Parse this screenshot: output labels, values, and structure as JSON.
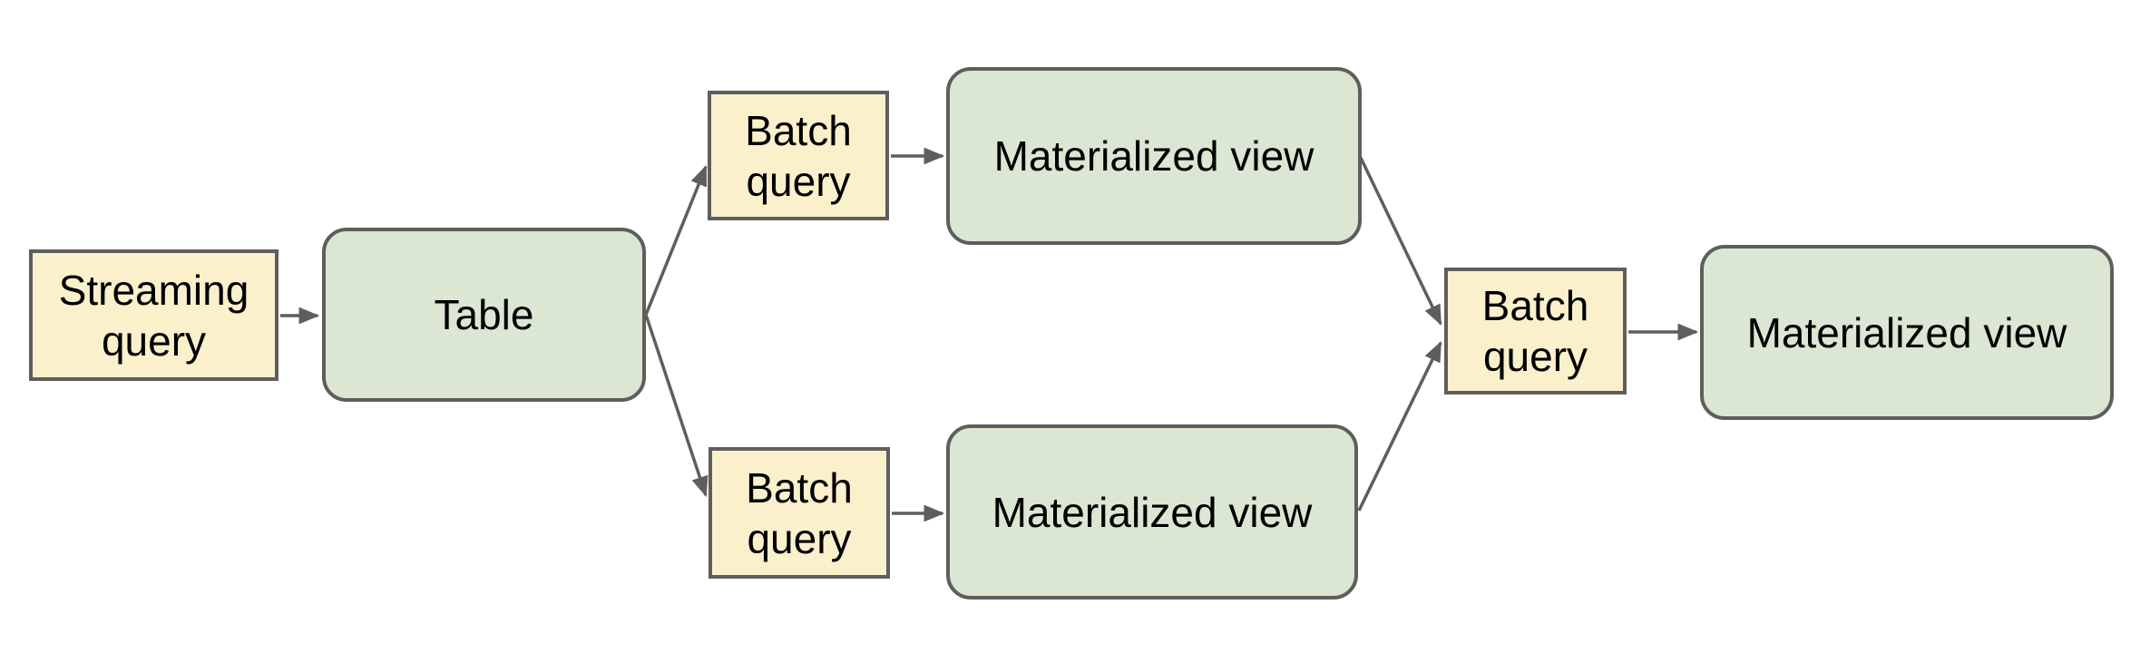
{
  "diagram": {
    "background": "#ffffff",
    "colors": {
      "query_fill": "#faf0cc",
      "entity_fill": "#dbe7d2",
      "stroke_gray": "#5e5e5e",
      "text": "#000000"
    },
    "nodes": [
      {
        "id": "streaming-query",
        "label": "Streaming query",
        "kind": "query"
      },
      {
        "id": "table",
        "label": "Table",
        "kind": "entity"
      },
      {
        "id": "batch-query-top",
        "label": "Batch query",
        "kind": "query"
      },
      {
        "id": "materialized-view-top",
        "label": "Materialized view",
        "kind": "entity"
      },
      {
        "id": "batch-query-bottom",
        "label": "Batch query",
        "kind": "query"
      },
      {
        "id": "materialized-view-bottom",
        "label": "Materialized view",
        "kind": "entity"
      },
      {
        "id": "batch-query-right",
        "label": "Batch query",
        "kind": "query"
      },
      {
        "id": "materialized-view-right",
        "label": "Materialized view",
        "kind": "entity"
      }
    ],
    "edges": [
      {
        "from": "streaming-query",
        "to": "table"
      },
      {
        "from": "table",
        "to": "batch-query-top"
      },
      {
        "from": "table",
        "to": "batch-query-bottom"
      },
      {
        "from": "batch-query-top",
        "to": "materialized-view-top"
      },
      {
        "from": "batch-query-bottom",
        "to": "materialized-view-bottom"
      },
      {
        "from": "materialized-view-top",
        "to": "batch-query-right"
      },
      {
        "from": "materialized-view-bottom",
        "to": "batch-query-right"
      },
      {
        "from": "batch-query-right",
        "to": "materialized-view-right"
      }
    ]
  }
}
